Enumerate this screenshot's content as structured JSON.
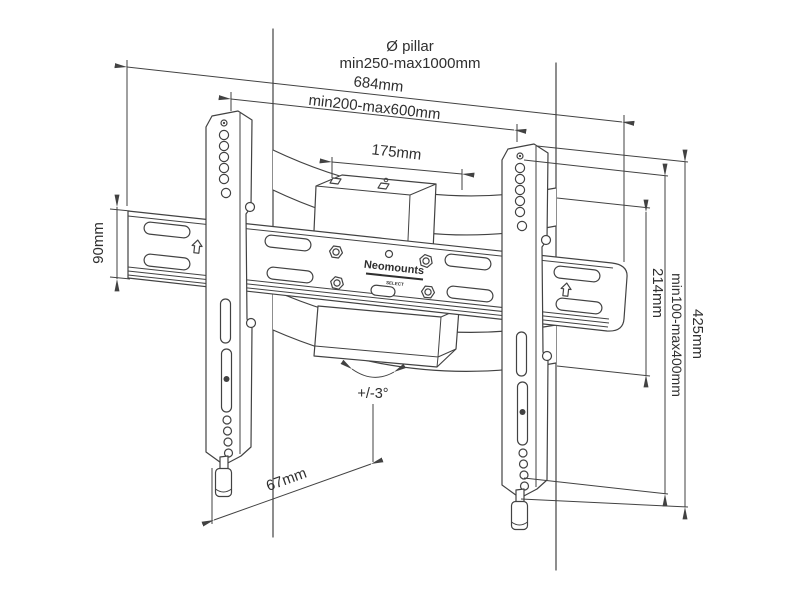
{
  "meta": {
    "background": "#ffffff",
    "line_color": "#424242",
    "text_color": "#2f2f2f",
    "description": "Technical dimension drawing of a pillar TV mount"
  },
  "title": {
    "line1": "Ø pillar",
    "line2": "min250-max1000mm"
  },
  "dimensions": {
    "total_width": "684mm",
    "mount_width_range": "min200-max600mm",
    "clamp_width": "175mm",
    "rail_height": "90mm",
    "strap_spacing": "214mm",
    "vertical_adjust_range": "min100-max400mm",
    "bracket_height": "425mm",
    "depth_offset": "67mm",
    "tilt_range": "+/-3°"
  },
  "brand": {
    "name": "Neomounts",
    "sub": "SELECT"
  },
  "icons": {
    "orientation_arrow": "up-arrow",
    "dimension_arrow": "cad-arrowhead"
  }
}
